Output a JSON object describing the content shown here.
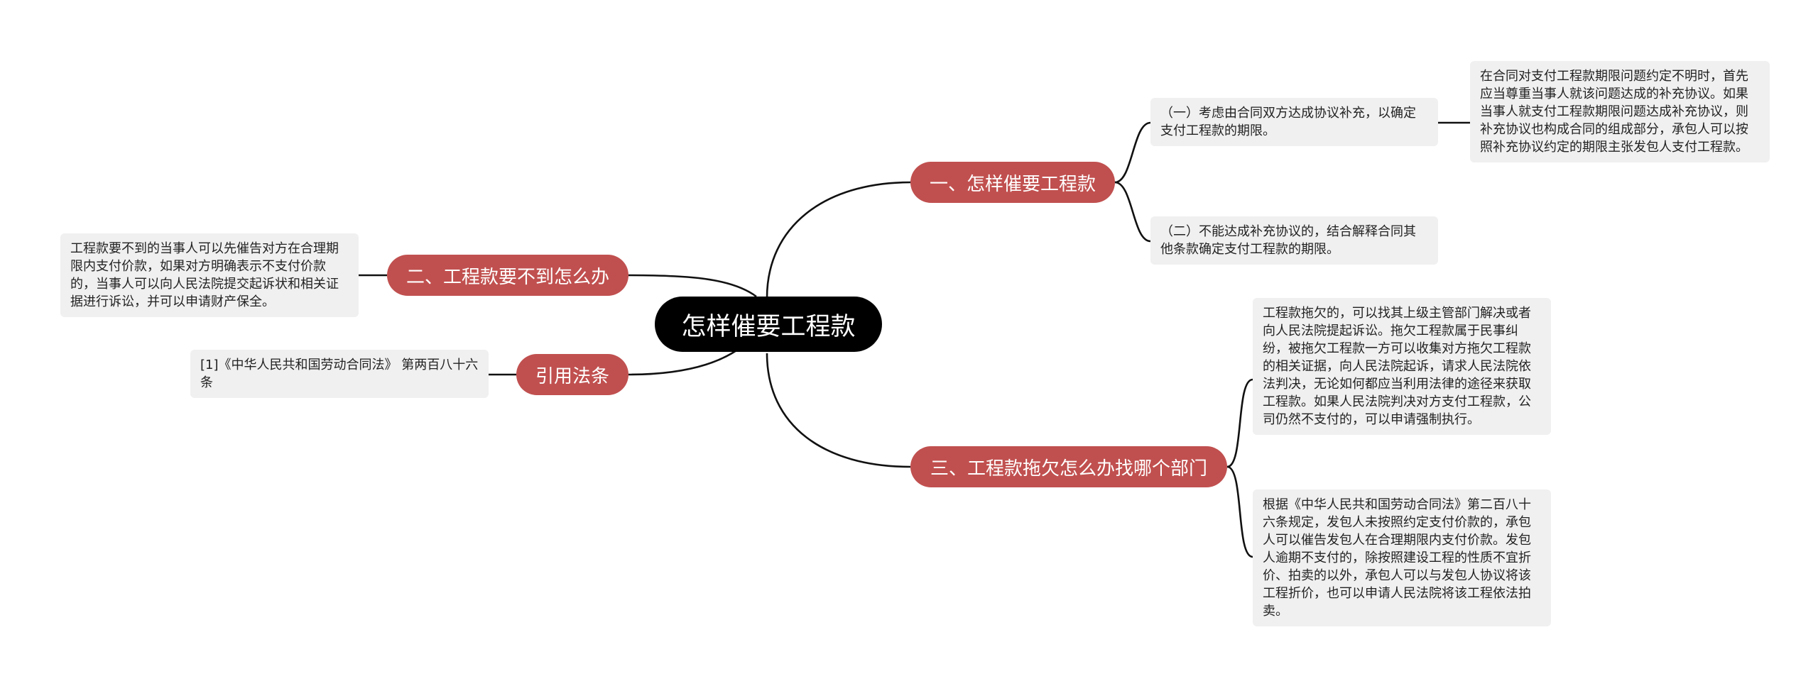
{
  "mindmap": {
    "root": {
      "label": "怎样催要工程款"
    },
    "branches": {
      "b1": {
        "label": "一、怎样催要工程款",
        "children": {
          "c1": "（一）考虑由合同双方达成协议补充，以确定支付工程款的期限。",
          "c1_detail": "在合同对支付工程款期限问题约定不明时，首先应当尊重当事人就该问题达成的补充协议。如果当事人就支付工程款期限问题达成补充协议，则补充协议也构成合同的组成部分，承包人可以按照补充协议约定的期限主张发包人支付工程款。",
          "c2": "（二）不能达成补充协议的，结合解释合同其他条款确定支付工程款的期限。"
        }
      },
      "b2": {
        "label": "二、工程款要不到怎么办",
        "children": {
          "c1": "工程款要不到的当事人可以先催告对方在合理期限内支付价款，如果对方明确表示不支付价款的，当事人可以向人民法院提交起诉状和相关证据进行诉讼，并可以申请财产保全。"
        }
      },
      "b3": {
        "label": "引用法条",
        "children": {
          "c1": "[1]《中华人民共和国劳动合同法》 第两百八十六条"
        }
      },
      "b4": {
        "label": "三、工程款拖欠怎么办找哪个部门",
        "children": {
          "c1": "工程款拖欠的，可以找其上级主管部门解决或者向人民法院提起诉讼。拖欠工程款属于民事纠纷，被拖欠工程款一方可以收集对方拖欠工程款的相关证据，向人民法院起诉，请求人民法院依法判决，无论如何都应当利用法律的途径来获取工程款。如果人民法院判决对方支付工程款，公司仍然不支付的，可以申请强制执行。",
          "c2": "根据《中华人民共和国劳动合同法》第二百八十六条规定，发包人未按照约定支付价款的，承包人可以催告发包人在合理期限内支付价款。发包人逾期不支付的，除按照建设工程的性质不宜折价、拍卖的以外，承包人可以与发包人协议将该工程折价，也可以申请人民法院将该工程依法拍卖。"
        }
      }
    },
    "colors": {
      "root_bg": "#000000",
      "branch_bg": "#c0504f",
      "leaf_bg": "#f0f0f0",
      "line": "#111111"
    }
  }
}
